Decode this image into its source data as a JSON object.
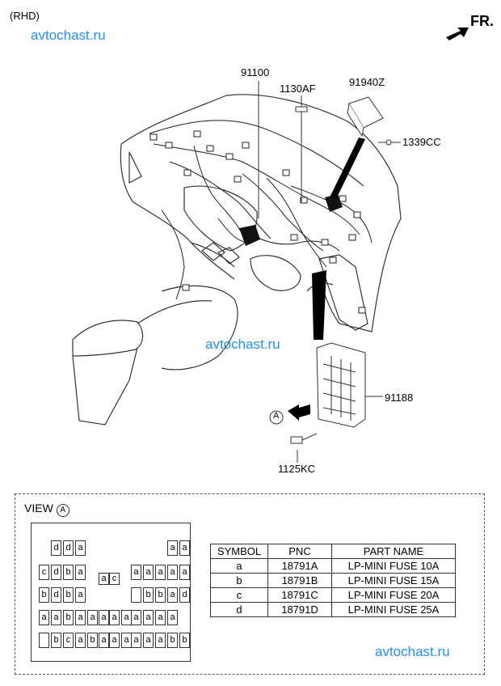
{
  "header": {
    "variant": "(RHD)",
    "watermark": "avtochast.ru",
    "direction": "FR."
  },
  "callouts": {
    "harness": "91100",
    "bolt_top": "1130AF",
    "module": "91940Z",
    "module_screw": "1339CC",
    "fuse_box": "91188",
    "bolt_bottom": "1125KC",
    "view_marker": "A"
  },
  "view": {
    "label": "VIEW",
    "marker": "A",
    "fuse_rows": [
      [
        "",
        "d",
        "d",
        "a",
        "",
        "",
        "",
        "",
        "",
        "",
        "",
        "a",
        "a"
      ],
      [
        "c",
        "d",
        "b",
        "a",
        "",
        "a",
        "c",
        "",
        "a",
        "a",
        "a",
        "a",
        "a"
      ],
      [
        "b",
        "d",
        "b",
        "a",
        "",
        "",
        "",
        "",
        "",
        "b",
        "b",
        "a",
        "d"
      ],
      [
        "a",
        "a",
        "b",
        "a",
        "a",
        "a",
        "a",
        "a",
        "a",
        "a",
        "a",
        "a",
        ""
      ],
      [
        "",
        "b",
        "c",
        "a",
        "b",
        "a",
        "a",
        "a",
        "a",
        "a",
        "a",
        "b",
        "b"
      ]
    ]
  },
  "table": {
    "headers": [
      "SYMBOL",
      "PNC",
      "PART NAME"
    ],
    "rows": [
      [
        "a",
        "18791A",
        "LP-MINI FUSE 10A"
      ],
      [
        "b",
        "18791B",
        "LP-MINI FUSE 15A"
      ],
      [
        "c",
        "18791C",
        "LP-MINI FUSE 20A"
      ],
      [
        "d",
        "18791D",
        "LP-MINI FUSE 25A"
      ]
    ]
  },
  "colors": {
    "watermark": "#1e90ff",
    "line": "#333333"
  }
}
